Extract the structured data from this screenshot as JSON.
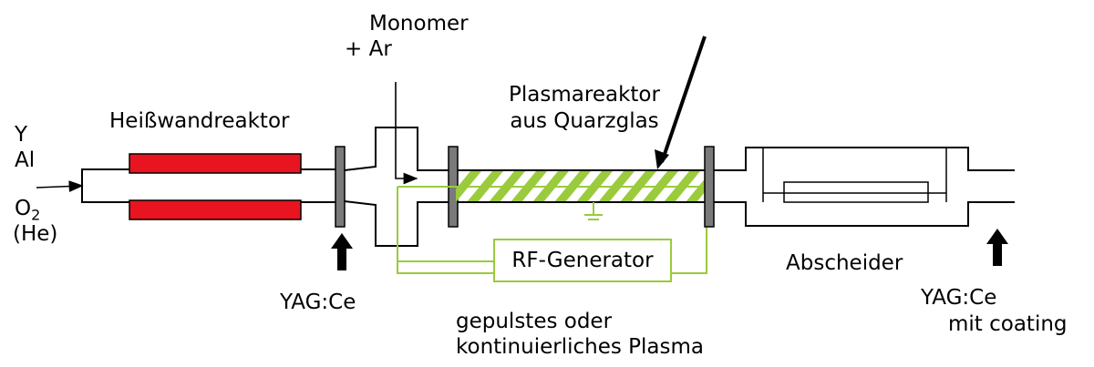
{
  "labels": {
    "element_y": "Y",
    "element_al": "Al",
    "element_o": "O",
    "element_o_sub": "2",
    "element_he": "(He)",
    "hotwall_reactor": "Heißwandreaktor",
    "monomer_line1": "Monomer",
    "monomer_line2": "+ Ar",
    "plasma_reactor_line1": "Plasmareaktor",
    "plasma_reactor_line2": "aus Quarzglas",
    "rf_generator": "RF-Generator",
    "separator": "Abscheider",
    "yag_ce_inlet": "YAG:Ce",
    "yag_ce_outlet_line1": "YAG:Ce",
    "yag_ce_outlet_line2": "mit coating",
    "plasma_mode_line1": "gepulstes oder",
    "plasma_mode_line2": "kontinuierliches Plasma"
  },
  "colors": {
    "heater": "#e8141f",
    "coil": "#9acb3c",
    "flange": "#7a7a7a",
    "line": "#000000"
  }
}
